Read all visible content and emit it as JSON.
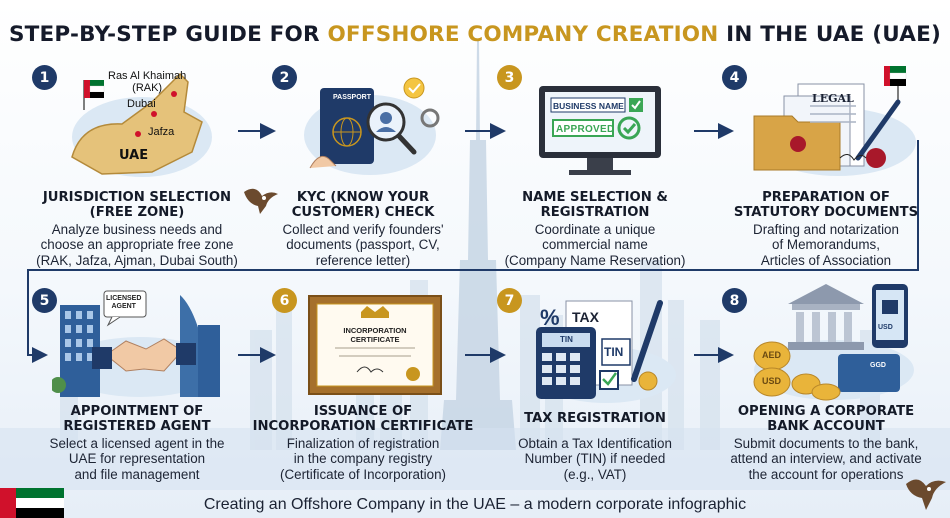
{
  "title": {
    "prefix": "STEP-BY-STEP GUIDE FOR ",
    "highlight": "OFFSHORE COMPANY CREATION",
    "suffix": " IN THE UAE (UAE)"
  },
  "caption": "Creating an Offshore Company in the UAE – a modern corporate infographic",
  "colors": {
    "navy": "#1f3a68",
    "gold": "#c8961f",
    "uae_green": "#00732f",
    "uae_red": "#d0112b"
  },
  "steps": [
    {
      "number": "1",
      "title": "JURISDICTION SELECTION\n(FREE ZONE)",
      "desc": "Analyze business needs and\nchoose an appropriate free zone\n(RAK, Jafza, Ajman, Dubai South)",
      "icon": "uae-map-icon",
      "map_labels": {
        "rak": "Ras Al Khaimah\n(RAK)",
        "dubai": "Dubai",
        "jafza": "Jafza",
        "uae": "UAE"
      }
    },
    {
      "number": "2",
      "title": "KYC (KNOW YOUR\nCUSTOMER) CHECK",
      "desc": "Collect and verify founders'\ndocuments (passport, CV,\nreference letter)",
      "icon": "passport-magnifier-icon",
      "passport_label": "PASSPORT"
    },
    {
      "number": "3",
      "title": "NAME SELECTION &\nREGISTRATION",
      "desc": "Coordinate a unique\ncommercial name\n(Company Name Reservation)",
      "icon": "monitor-approved-icon",
      "name_label": "BUSINESS NAME",
      "approved_label": "APPROVED"
    },
    {
      "number": "4",
      "title": "PREPARATION OF\nSTATUTORY DOCUMENTS",
      "desc": "Drafting and notarization\nof Memorandums,\nArticles of Association",
      "icon": "legal-documents-icon",
      "legal_label": "LEGAL"
    },
    {
      "number": "5",
      "title": "APPOINTMENT OF\nREGISTERED AGENT",
      "desc": "Select a licensed agent in the\nUAE for representation\nand file management",
      "icon": "handshake-icon",
      "agent_label": "LICENSED\nAGENT"
    },
    {
      "number": "6",
      "title": "ISSUANCE OF\nINCORPORATION CERTIFICATE",
      "desc": "Finalization of registration\nin the company registry\n(Certificate of Incorporation)",
      "icon": "certificate-icon",
      "cert_label": "INCORPORATION\nCERTIFICATE"
    },
    {
      "number": "7",
      "title": "TAX REGISTRATION",
      "desc": "Obtain a Tax Identification\nNumber (TIN) if needed\n(e.g., VAT)",
      "icon": "tax-calculator-icon",
      "tax_label": "TAX",
      "tin_label": "TIN",
      "percent": "%"
    },
    {
      "number": "8",
      "title": "OPENING A CORPORATE\nBANK ACCOUNT",
      "desc": "Submit documents to the bank,\nattend an interview, and activate\nthe account for operations",
      "icon": "bank-coins-icon",
      "coin_labels": [
        "AED",
        "USD"
      ],
      "usd_label": "USD",
      "card_label": "GGD"
    }
  ]
}
